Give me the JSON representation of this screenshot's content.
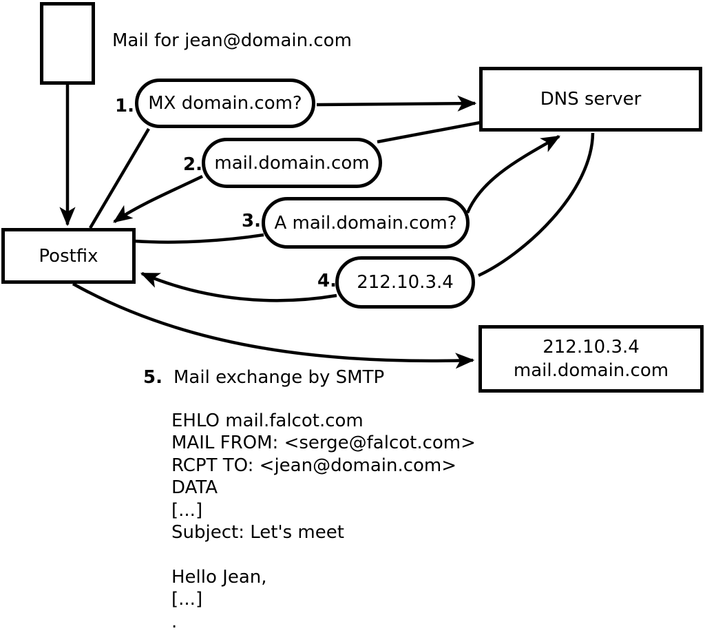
{
  "colors": {
    "ink": "#000000",
    "background": "#ffffff"
  },
  "annotations": {
    "mail_note": "Mail for jean@domain.com"
  },
  "nodes": {
    "postfix": {
      "label": "Postfix"
    },
    "dns_server": {
      "label": "DNS server"
    },
    "mail_server": {
      "line1": "212.10.3.4",
      "line2": "mail.domain.com"
    }
  },
  "steps": [
    {
      "num": "1.",
      "label": "MX domain.com?"
    },
    {
      "num": "2.",
      "label": "mail.domain.com"
    },
    {
      "num": "3.",
      "label": "A mail.domain.com?"
    },
    {
      "num": "4.",
      "label": "212.10.3.4"
    },
    {
      "num": "5.",
      "label": "Mail exchange by SMTP"
    }
  ],
  "smtp_session": {
    "lines": [
      "EHLO mail.falcot.com",
      "MAIL FROM: <serge@falcot.com>",
      "RCPT TO: <jean@domain.com>",
      "DATA",
      "[...]",
      "Subject: Let's meet",
      "",
      "Hello Jean,",
      "[...]",
      "."
    ]
  }
}
